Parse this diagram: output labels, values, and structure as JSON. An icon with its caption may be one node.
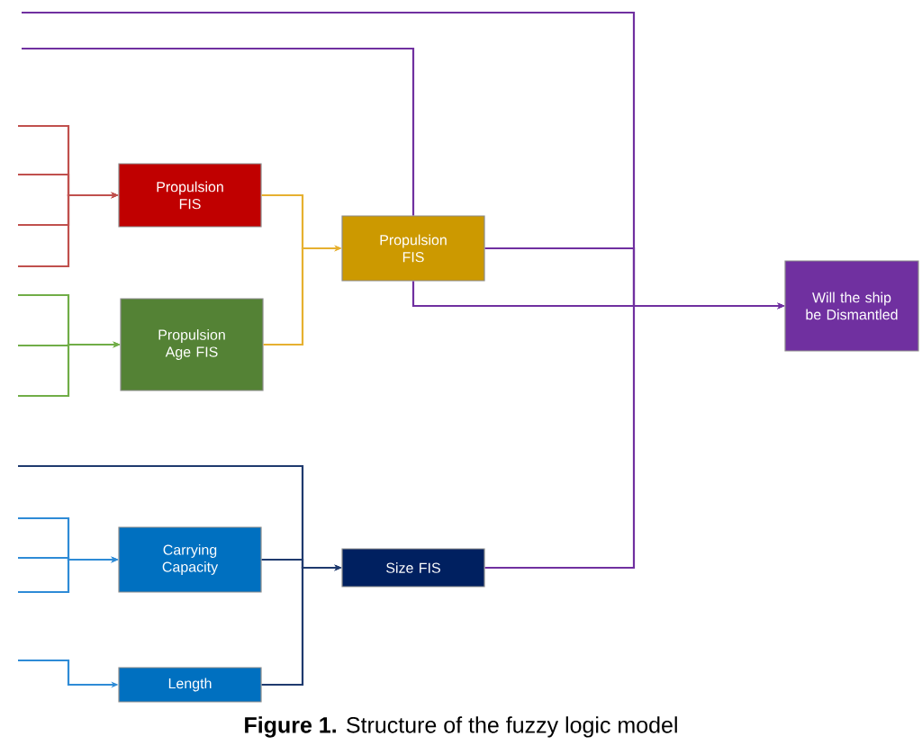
{
  "diagram": {
    "caption": "**Figure 1.** Structure of the fuzzy logic model",
    "nodes": [
      {
        "text": [
          "Propulsion FIS"
        ]
      },
      {
        "text": [
          "Propulsion Age FIS"
        ]
      },
      {
        "text": [
          "Propulsion FIS"
        ]
      },
      {
        "text": [
          "Will the ship be Dismantled"
        ]
      },
      {
        "text": [
          "Carrying Capacity"
        ]
      },
      {
        "text": [
          "Size FIS"
        ]
      },
      {
        "text": [
          "Length"
        ]
      }
    ],
    "edges": [
      {
        "from": null,
        "to": 0,
        "arrow": "to",
        "color": "#c0504d"
      },
      {
        "from": null,
        "to": 0,
        "arrow": "to",
        "color": "#c0504d"
      },
      {
        "from": null,
        "to": 0,
        "arrow": "to",
        "color": "#c0504d"
      },
      {
        "from": null,
        "to": 0,
        "arrow": "to",
        "color": "#c0504d"
      },
      {
        "from": null,
        "to": 1,
        "arrow": "to",
        "color": "#70ad47"
      },
      {
        "from": null,
        "to": 1,
        "arrow": "to",
        "color": "#70ad47"
      },
      {
        "from": null,
        "to": 1,
        "arrow": "to",
        "color": "#70ad47"
      },
      {
        "from": 0,
        "to": 2,
        "arrow": "to",
        "color": "#e6b030"
      },
      {
        "from": 1,
        "to": 2,
        "arrow": "to",
        "color": "#e6b030"
      },
      {
        "from": null,
        "to": 2,
        "arrow": "none",
        "color": "#7030a0"
      },
      {
        "from": null,
        "to": 3,
        "arrow": "to",
        "color": "#7030a0"
      },
      {
        "from": 2,
        "to": 3,
        "arrow": "to",
        "color": "#7030a0"
      },
      {
        "from": 2,
        "to": 3,
        "arrow": "to",
        "color": "#7030a0"
      },
      {
        "from": 5,
        "to": 3,
        "arrow": "to",
        "color": "#7030a0"
      },
      {
        "from": null,
        "to": 4,
        "arrow": "to",
        "color": "#2e8bd6"
      },
      {
        "from": null,
        "to": 4,
        "arrow": "to",
        "color": "#2e8bd6"
      },
      {
        "from": null,
        "to": 4,
        "arrow": "to",
        "color": "#2e8bd6"
      },
      {
        "from": null,
        "to": 6,
        "arrow": "to",
        "color": "#2e8bd6"
      },
      {
        "from": null,
        "to": 5,
        "arrow": "to",
        "color": "#1f3a6e"
      },
      {
        "from": 4,
        "to": 5,
        "arrow": "to",
        "color": "#1f3a6e"
      },
      {
        "from": 6,
        "to": 5,
        "arrow": "to",
        "color": "#1f3a6e"
      }
    ]
  }
}
